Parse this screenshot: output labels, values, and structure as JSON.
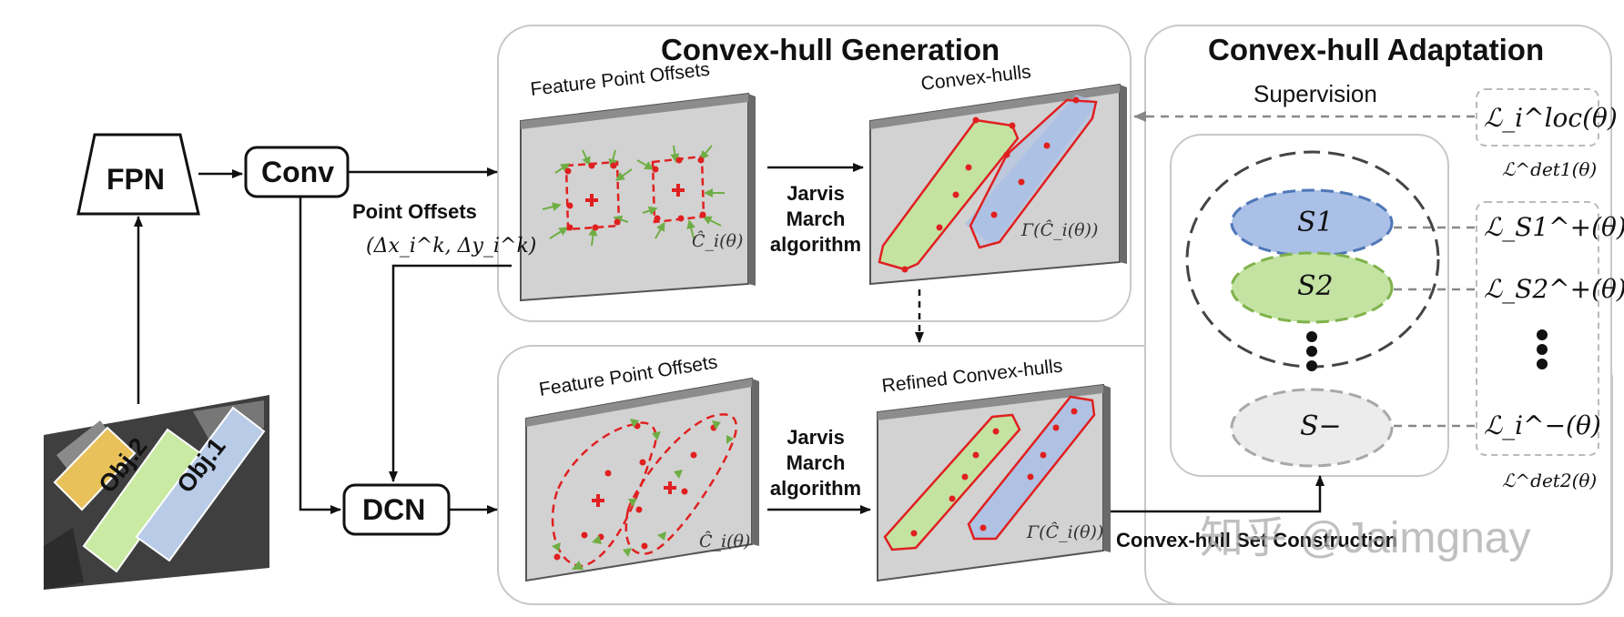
{
  "titles": {
    "generation": "Convex-hull Generation",
    "adaptation": "Convex-hull Adaptation"
  },
  "boxes": {
    "fpn": "FPN",
    "conv": "Conv",
    "dcn": "DCN"
  },
  "point_offsets": {
    "label": "Point Offsets",
    "formula": "(Δx_i^k, Δy_i^k)"
  },
  "panels": {
    "top_left_title": "Feature Point Offsets",
    "top_right_title": "Convex-hulls",
    "bottom_left_title": "Feature Point Offsets",
    "bottom_right_title": "Refined Convex-hulls",
    "ci_label": "Ĉ_i(θ)",
    "gamma_label": "Γ(Ĉ_i(θ))"
  },
  "jarvis": {
    "top": [
      "Jarvis",
      "March",
      "algorithm"
    ],
    "bottom": [
      "Jarvis",
      "March",
      "algorithm"
    ]
  },
  "supervision": "Supervision",
  "sets": {
    "s1": "S1",
    "s2": "S2",
    "sminus": "S−"
  },
  "losses": {
    "loc": "ℒ_i^loc(θ)",
    "det1": "ℒ^det1(θ)",
    "s1": "ℒ_S1^+(θ)",
    "s2": "ℒ_S2^+(θ)",
    "minus": "ℒ_i^−(θ)",
    "det2": "ℒ^det2(θ)"
  },
  "set_construction": "Convex-hull Set Construction",
  "image_labels": {
    "obj1": "Obj.1",
    "obj2": "Obj.2"
  },
  "watermark": "知乎 @Jaimgnay",
  "colors": {
    "red": "#e02020",
    "green": "#7fb24a",
    "green_fill": "#c4e3a3",
    "blue": "#4f77b8",
    "blue_fill": "#aac0e6",
    "gray_panel": "#cfcfcf"
  }
}
